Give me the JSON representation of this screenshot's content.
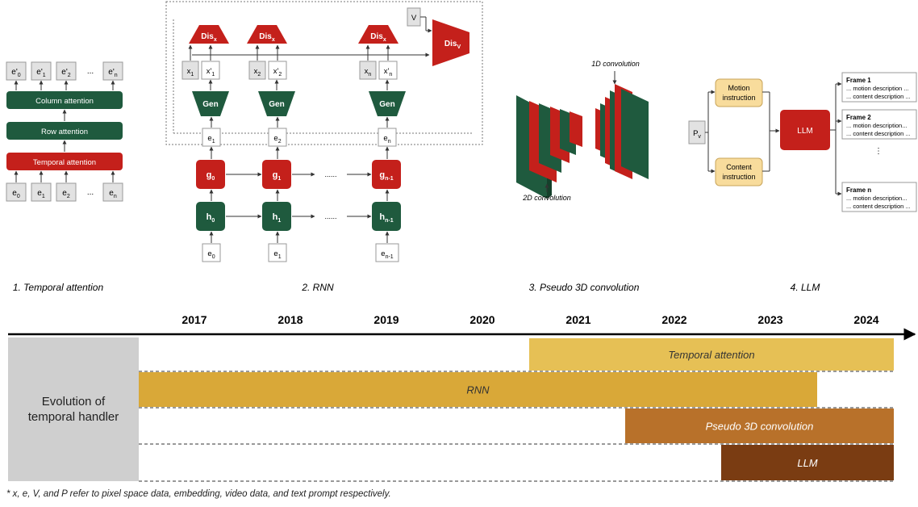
{
  "panels": {
    "temporal_attention": {
      "caption": "1. Temporal attention",
      "outputs": [
        "e'",
        "e'",
        "e'",
        "...",
        "e'"
      ],
      "output_subs": [
        "0",
        "1",
        "2",
        "",
        "n"
      ],
      "inputs": [
        "e",
        "e",
        "e",
        "...",
        "e"
      ],
      "input_subs": [
        "0",
        "1",
        "2",
        "",
        "n"
      ],
      "layers": [
        "Column attention",
        "Row attention",
        "Temporal attention"
      ]
    },
    "rnn": {
      "caption": "2. RNN",
      "dis_label": "Dis",
      "dis_sub": "x",
      "disv_label": "Dis",
      "disv_sub": "V",
      "v_label": "V",
      "gen_label": "Gen",
      "x_subs": [
        "1",
        "2",
        "n"
      ],
      "e_subs": [
        "1",
        "2",
        "n"
      ],
      "g_subs": [
        "0",
        "1",
        "n-1"
      ],
      "h_subs": [
        "0",
        "1",
        "n-1"
      ],
      "input_subs": [
        "0",
        "1",
        "n-1"
      ],
      "x_label": "x",
      "x_prime_label": "x'",
      "e_label": "e",
      "g_label": "g",
      "h_label": "h",
      "ellipsis": "......"
    },
    "pseudo3d": {
      "caption": "3. Pseudo 3D convolution",
      "label_1d": "1D convolution",
      "label_2d": "2D convolution"
    },
    "llm": {
      "caption": "4. LLM",
      "prompt_label": "P",
      "prompt_sub": "v",
      "motion_instruction": [
        "Motion",
        "instruction"
      ],
      "content_instruction": [
        "Content",
        "instruction"
      ],
      "llm_label": "LLM",
      "frames": [
        {
          "title": "Frame 1",
          "lines": [
            "... motion description ...",
            "... content description ..."
          ]
        },
        {
          "title": "Frame 2",
          "lines": [
            "... motion description...",
            "... content description ..."
          ]
        },
        {
          "title": "Frame n",
          "lines": [
            "... motion description...",
            "... content description ..."
          ]
        }
      ],
      "vertical_ellipsis": "⋮"
    }
  },
  "timeline": {
    "years": [
      "2017",
      "2018",
      "2019",
      "2020",
      "2021",
      "2022",
      "2023",
      "2024"
    ],
    "row_label": [
      "Evolution of",
      "temporal handler"
    ],
    "bars": [
      {
        "label": "Temporal attention",
        "start": "2021",
        "end": "2024",
        "color": "#e6c055"
      },
      {
        "label": "RNN",
        "start": "2017",
        "end": "2023",
        "color": "#d9a838"
      },
      {
        "label": "Pseudo 3D convolution",
        "start": "2022",
        "end": "2024",
        "color": "#b8712a"
      },
      {
        "label": "LLM",
        "start": "2023",
        "end": "2024",
        "color": "#7a3c12"
      }
    ]
  },
  "footnote": "* x, e, V, and P refer to pixel space data, embedding, video data, and text prompt respectively.",
  "colors": {
    "dark_green": "#1f5a3e",
    "red": "#c4201b",
    "beige": "#f8dc9c",
    "grey_box": "#d8d8d8",
    "label_bg": "#cfcfcf"
  }
}
